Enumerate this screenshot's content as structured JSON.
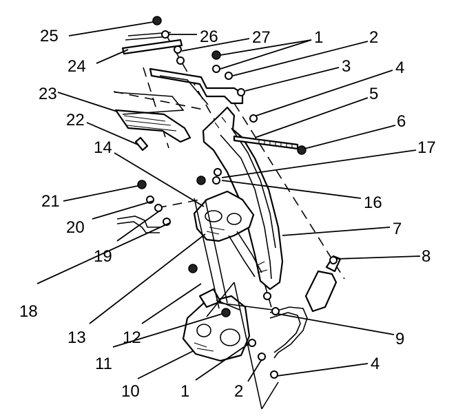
{
  "callouts": [
    {
      "id": "c25",
      "label": "25"
    },
    {
      "id": "c26",
      "label": "26"
    },
    {
      "id": "c27",
      "label": "27"
    },
    {
      "id": "c1a",
      "label": "1"
    },
    {
      "id": "c2a",
      "label": "2"
    },
    {
      "id": "c24",
      "label": "24"
    },
    {
      "id": "c3",
      "label": "3"
    },
    {
      "id": "c4a",
      "label": "4"
    },
    {
      "id": "c23",
      "label": "23"
    },
    {
      "id": "c5",
      "label": "5"
    },
    {
      "id": "c22",
      "label": "22"
    },
    {
      "id": "c6",
      "label": "6"
    },
    {
      "id": "c14",
      "label": "14"
    },
    {
      "id": "c17",
      "label": "17"
    },
    {
      "id": "c21",
      "label": "21"
    },
    {
      "id": "c16",
      "label": "16"
    },
    {
      "id": "c20",
      "label": "20"
    },
    {
      "id": "c7",
      "label": "7"
    },
    {
      "id": "c19",
      "label": "19"
    },
    {
      "id": "c8",
      "label": "8"
    },
    {
      "id": "c18",
      "label": "18"
    },
    {
      "id": "c13",
      "label": "13"
    },
    {
      "id": "c12",
      "label": "12"
    },
    {
      "id": "c9",
      "label": "9"
    },
    {
      "id": "c11",
      "label": "11"
    },
    {
      "id": "c4b",
      "label": "4"
    },
    {
      "id": "c10",
      "label": "10"
    },
    {
      "id": "c1b",
      "label": "1"
    },
    {
      "id": "c2b",
      "label": "2"
    }
  ]
}
